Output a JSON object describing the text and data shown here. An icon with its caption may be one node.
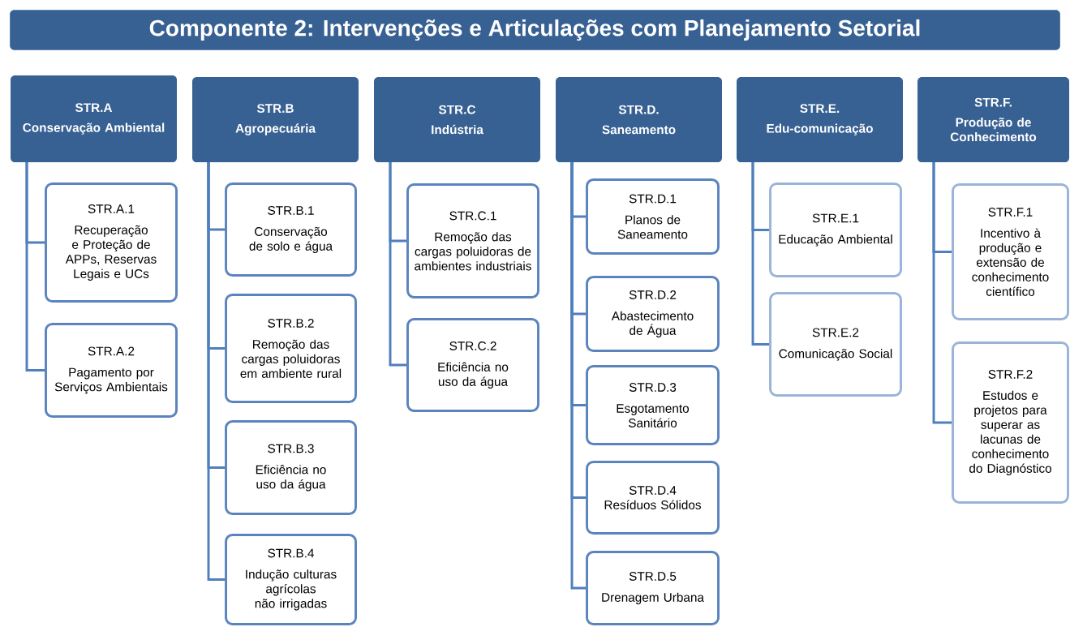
{
  "diagram": {
    "title": "Componente 2: Intervenções e Articulações com Planejamento Setorial",
    "nodes": [
      {
        "text": [
          "STR.A",
          "Conservação Ambiental"
        ]
      },
      {
        "text": [
          "STR.A.1",
          "Recuperação e Proteção de APPs, Reservas Legais e UCs"
        ]
      },
      {
        "text": [
          "STR.A.2",
          "Pagamento por Serviços Ambientais"
        ]
      },
      {
        "text": [
          "STR.B",
          "Agropecuária"
        ]
      },
      {
        "text": [
          "STR.B.1",
          "Conservação de solo e água"
        ]
      },
      {
        "text": [
          "STR.B.2",
          "Remoção das cargas poluidoras em ambiente rural"
        ]
      },
      {
        "text": [
          "STR.B.3",
          "Eficiência  no uso da água"
        ]
      },
      {
        "text": [
          "STR.B.4",
          "Indução culturas agrícolas não irrigadas"
        ]
      },
      {
        "text": [
          "STR.C",
          "Indústria"
        ]
      },
      {
        "text": [
          "STR.C.1",
          "Remoção das cargas poluidoras de ambientes industriais"
        ]
      },
      {
        "text": [
          "STR.C.2",
          "Eficiência  no uso da água"
        ]
      },
      {
        "text": [
          "STR.D.",
          "Saneamento"
        ]
      },
      {
        "text": [
          "STR.D.1",
          "Planos de Saneamento"
        ]
      },
      {
        "text": [
          "STR.D.2",
          "Abastecimento de Água"
        ]
      },
      {
        "text": [
          "STR.D.3",
          "Esgotamento Sanitário"
        ]
      },
      {
        "text": [
          "STR.D.4 Resíduos Sólidos"
        ]
      },
      {
        "text": [
          "STR.D.5",
          "Drenagem Urbana"
        ]
      },
      {
        "text": [
          "STR.E.",
          "Edu-comunicação"
        ]
      },
      {
        "text": [
          "STR.E.1",
          "Educação Ambiental"
        ]
      },
      {
        "text": [
          "STR.E.2",
          "Comunicação Social"
        ]
      },
      {
        "text": [
          "STR.F.",
          "Produção de Conhecimento"
        ]
      },
      {
        "text": [
          "STR.F.1",
          "Incentivo à produção e extensão de conhecimento científico"
        ]
      },
      {
        "text": [
          "STR.F.2",
          "Estudos e projetos para superar as lacunas de conhecimento do Diagnóstico"
        ]
      }
    ],
    "edges": [
      {
        "from": 0,
        "to": 1,
        "arrow": "none"
      },
      {
        "from": 0,
        "to": 2,
        "arrow": "none"
      },
      {
        "from": 3,
        "to": 4,
        "arrow": "none"
      },
      {
        "from": 3,
        "to": 5,
        "arrow": "none"
      },
      {
        "from": 3,
        "to": 6,
        "arrow": "none"
      },
      {
        "from": 3,
        "to": 7,
        "arrow": "none"
      },
      {
        "from": 8,
        "to": 9,
        "arrow": "none"
      },
      {
        "from": 8,
        "to": 10,
        "arrow": "none"
      },
      {
        "from": 11,
        "to": 12,
        "arrow": "none"
      },
      {
        "from": 11,
        "to": 13,
        "arrow": "none"
      },
      {
        "from": 11,
        "to": 14,
        "arrow": "none"
      },
      {
        "from": 11,
        "to": 15,
        "arrow": "none"
      },
      {
        "from": 11,
        "to": 16,
        "arrow": "none"
      },
      {
        "from": 17,
        "to": 18,
        "arrow": "none"
      },
      {
        "from": 17,
        "to": 19,
        "arrow": "none"
      },
      {
        "from": 20,
        "to": 21,
        "arrow": "none"
      },
      {
        "from": 20,
        "to": 22,
        "arrow": "none"
      }
    ]
  }
}
